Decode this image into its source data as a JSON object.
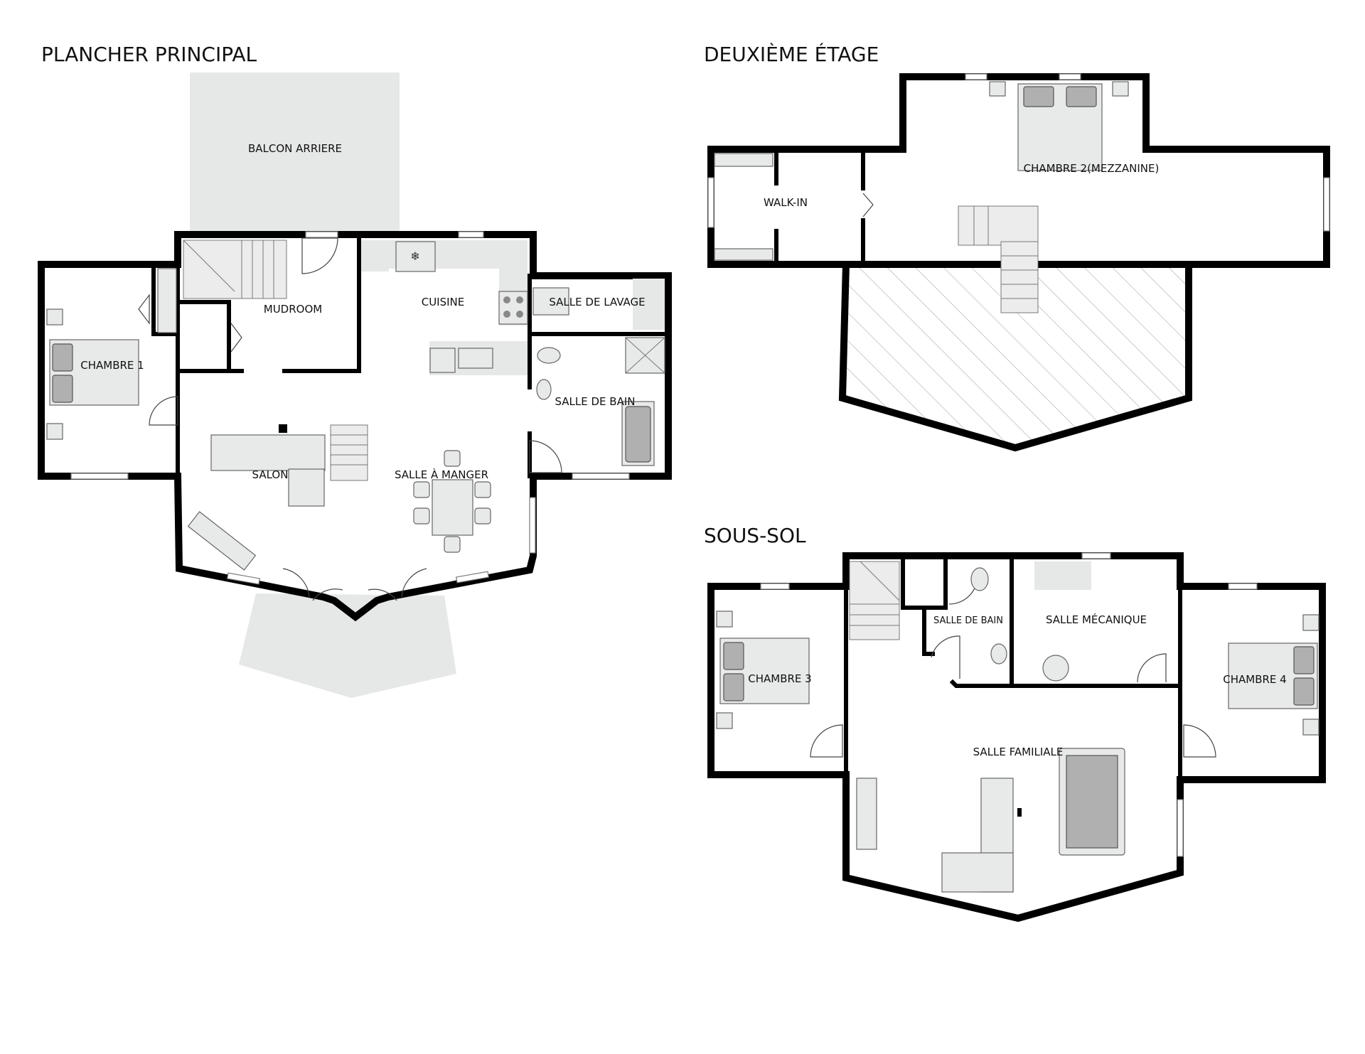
{
  "floors": {
    "main": {
      "title": "PLANCHER PRINCIPAL",
      "rooms": {
        "balcon": "BALCON ARRIERE",
        "mudroom": "MUDROOM",
        "cuisine": "CUISINE",
        "lavage": "SALLE DE LAVAGE",
        "chambre1": "CHAMBRE 1",
        "bain": "SALLE DE BAIN",
        "salon": "SALON",
        "manger": "SALLE À MANGER"
      }
    },
    "second": {
      "title": "DEUXIÈME ÉTAGE",
      "rooms": {
        "walkin": "WALK-IN",
        "chambre2": "CHAMBRE 2(MEZZANINE)"
      }
    },
    "basement": {
      "title": "SOUS-SOL",
      "rooms": {
        "bain": "SALLE DE BAIN",
        "mecanique": "SALLE MÉCANIQUE",
        "chambre3": "CHAMBRE 3",
        "chambre4": "CHAMBRE 4",
        "familiale": "SALLE FAMILIALE"
      }
    }
  },
  "colors": {
    "wall": "#000000",
    "exterior_area": "#e6e7e7",
    "furniture": "#e8e9e9",
    "furniture_dark": "#b0b0b0"
  }
}
